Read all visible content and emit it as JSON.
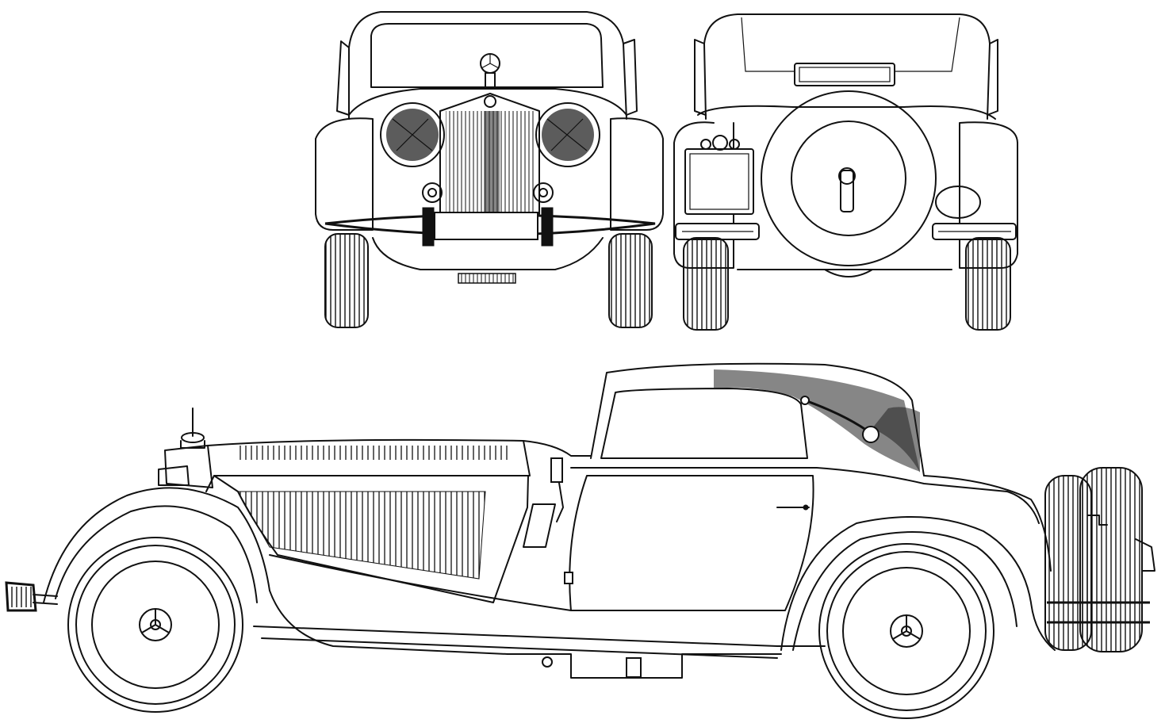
{
  "drawing": {
    "views": [
      {
        "name": "front-view"
      },
      {
        "name": "rear-view"
      },
      {
        "name": "side-view"
      }
    ],
    "colors": {
      "line": "#111111",
      "background": "#ffffff"
    }
  }
}
